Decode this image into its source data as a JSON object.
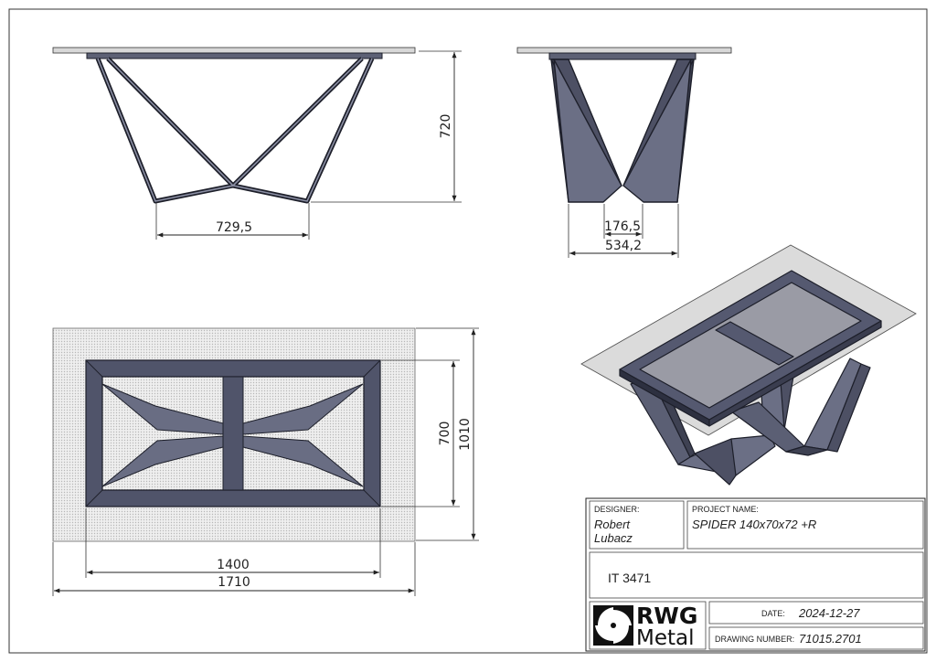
{
  "dimensions": {
    "front_height": "720",
    "front_foot_span": "729,5",
    "side_inner_span": "176,5",
    "side_outer_span": "534,2",
    "top_frame_width": "700",
    "top_glass_width": "1010",
    "top_frame_length": "1400",
    "top_glass_length": "1710"
  },
  "title_block": {
    "designer_label": "DESIGNER:",
    "designer_line1": "Robert",
    "designer_line2": "Lubacz",
    "project_label": "PROJECT NAME:",
    "project_name": "SPIDER 140x70x72 +R",
    "item_number": "IT 3471",
    "logo_line1": "RWG",
    "logo_line2": "Metal",
    "date_label": "DATE:",
    "date_value": "2024-12-27",
    "drawing_number_label": "DRAWING NUMBER:",
    "drawing_number_value": "71015.2701"
  },
  "colors": {
    "steel_fill": "#5d6175",
    "steel_stroke": "#1d1f2a",
    "glass_fill": "#d4d4d4",
    "line": "#222222"
  }
}
